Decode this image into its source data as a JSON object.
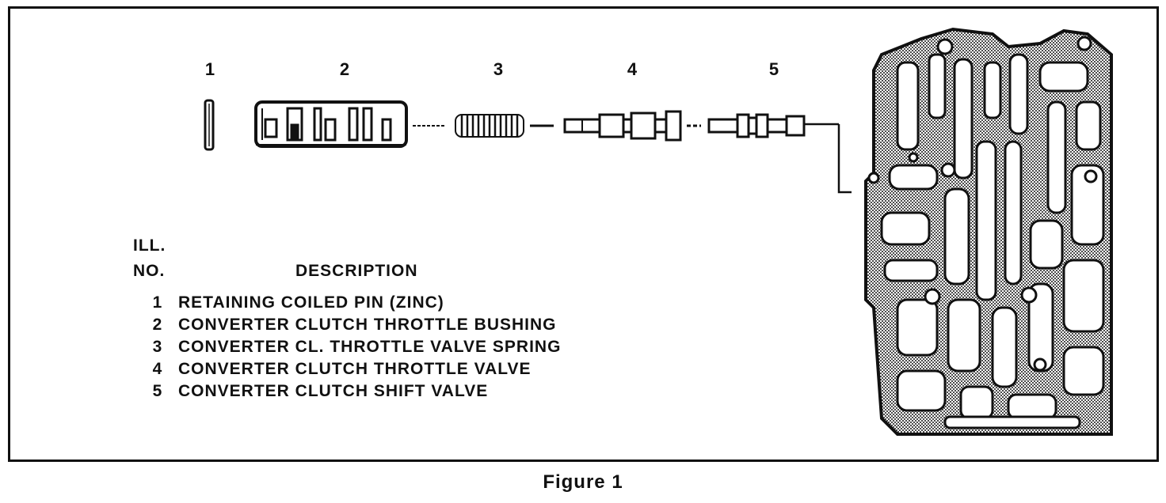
{
  "part_numbers": [
    "1",
    "2",
    "3",
    "4",
    "5"
  ],
  "legend": {
    "header_ill_line1": "ILL.",
    "header_ill_line2": "NO.",
    "header_description": "DESCRIPTION",
    "items": [
      {
        "num": "1",
        "desc": "RETAINING COILED PIN (ZINC)"
      },
      {
        "num": "2",
        "desc": "CONVERTER CLUTCH THROTTLE BUSHING"
      },
      {
        "num": "3",
        "desc": "CONVERTER CL. THROTTLE VALVE SPRING"
      },
      {
        "num": "4",
        "desc": "CONVERTER CLUTCH THROTTLE VALVE"
      },
      {
        "num": "5",
        "desc": "CONVERTER CLUTCH SHIFT VALVE"
      }
    ]
  },
  "caption": "Figure 1",
  "colors": {
    "ink": "#111111",
    "hatch": "#8a8a8a",
    "paper": "#ffffff"
  }
}
